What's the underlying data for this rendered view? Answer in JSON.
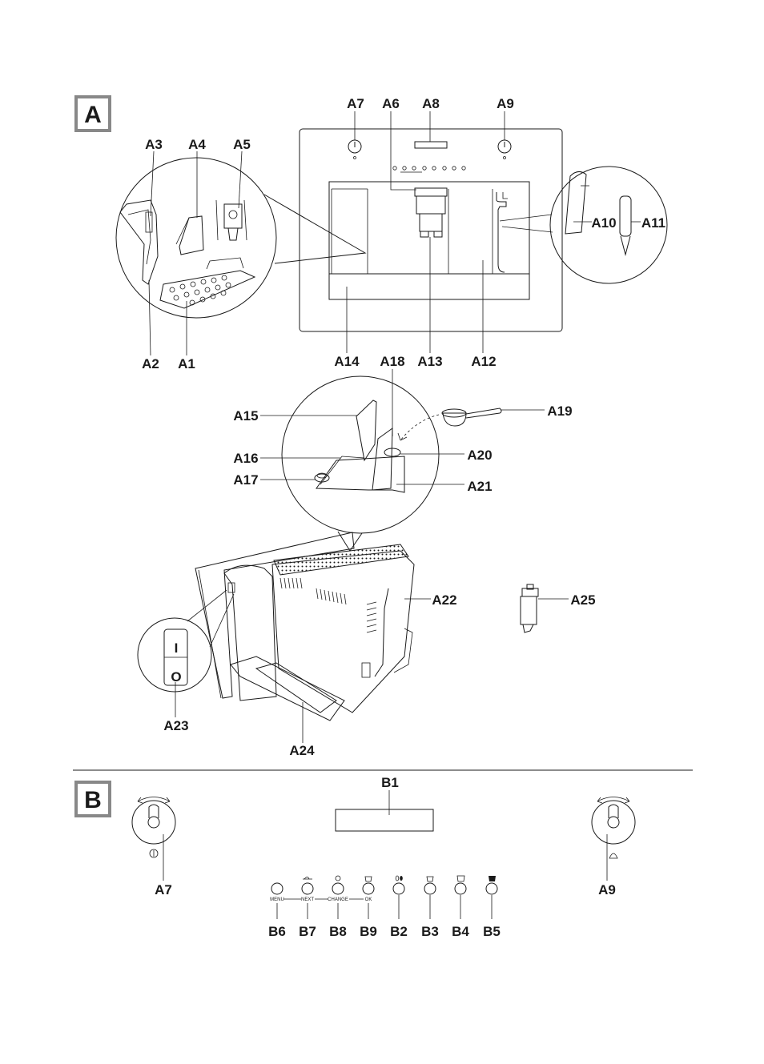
{
  "sections": {
    "a": "A",
    "b": "B"
  },
  "labels": {
    "A1": "A1",
    "A2": "A2",
    "A3": "A3",
    "A4": "A4",
    "A5": "A5",
    "A6": "A6",
    "A7": "A7",
    "A8": "A8",
    "A9": "A9",
    "A10": "A10",
    "A11": "A11",
    "A12": "A12",
    "A13": "A13",
    "A14": "A14",
    "A15": "A15",
    "A16": "A16",
    "A17": "A17",
    "A18": "A18",
    "A19": "A19",
    "A20": "A20",
    "A21": "A21",
    "A22": "A22",
    "A23": "A23",
    "A24": "A24",
    "A25": "A25",
    "B1": "B1",
    "B2": "B2",
    "B3": "B3",
    "B4": "B4",
    "B5": "B5",
    "B6": "B6",
    "B7": "B7",
    "B8": "B8",
    "B9": "B9"
  },
  "switch": {
    "on": "I",
    "off": "O"
  },
  "panel_text": {
    "menu": "MENU",
    "next": "NEXT",
    "change": "CHANGE",
    "ok": "OK"
  }
}
